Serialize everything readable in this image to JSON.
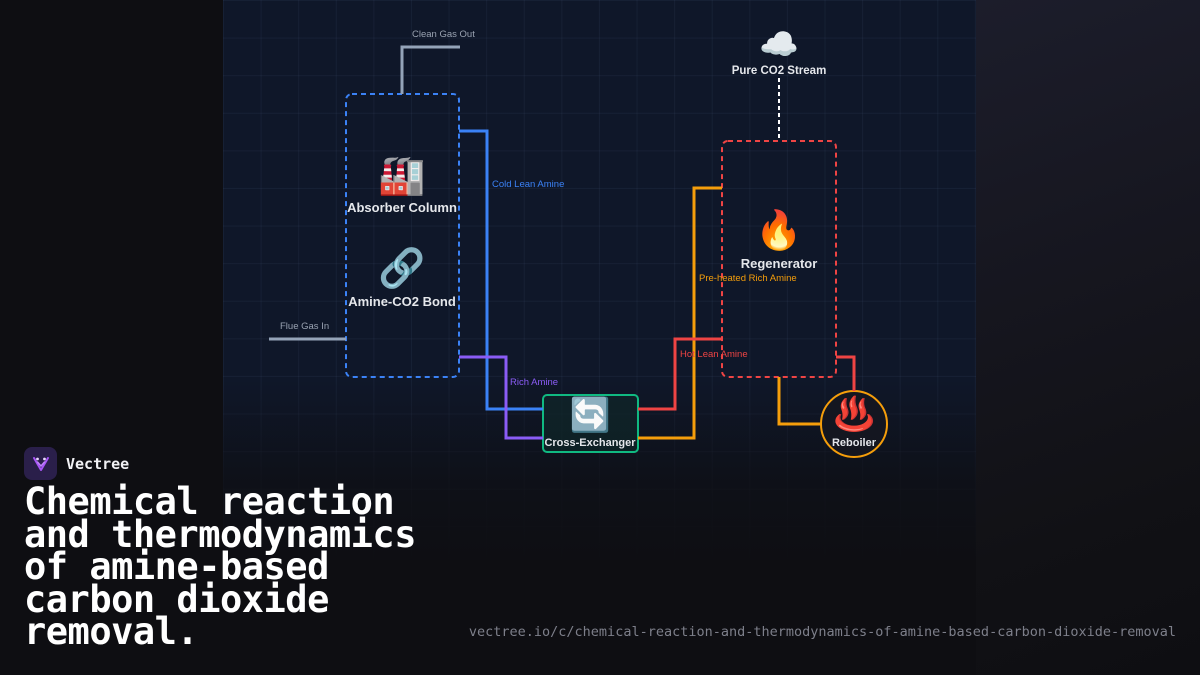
{
  "diagram": {
    "nodes": {
      "absorber": {
        "icon": "🏭",
        "icon_name": "factory-icon",
        "label": "Absorber Column",
        "border_color": "#3b82f6"
      },
      "bond": {
        "icon": "🔗",
        "icon_name": "link-icon",
        "label": "Amine-CO2 Bond"
      },
      "regenerator": {
        "icon": "🔥",
        "icon_name": "fire-icon",
        "label": "Regenerator",
        "border_color": "#ef4444"
      },
      "co2_stream": {
        "icon": "☁️",
        "icon_name": "cloud-icon",
        "label": "Pure CO2 Stream"
      },
      "exchanger": {
        "icon": "🔄",
        "icon_name": "cycle-arrows-icon",
        "label": "Cross-Exchanger",
        "border_color": "#10b981"
      },
      "reboiler": {
        "icon": "♨️",
        "icon_name": "hot-springs-icon",
        "label": "Reboiler",
        "border_color": "#f59e0b"
      }
    },
    "flows": {
      "clean_gas_out": {
        "label": "Clean Gas Out",
        "color": "#94a3b8"
      },
      "flue_gas_in": {
        "label": "Flue Gas In",
        "color": "#94a3b8"
      },
      "cold_lean_amine": {
        "label": "Cold Lean Amine",
        "color": "#3b82f6"
      },
      "rich_amine": {
        "label": "Rich Amine",
        "color": "#8b5cf6"
      },
      "preheated_rich_amine": {
        "label": "Pre-heated Rich Amine",
        "color": "#f59e0b"
      },
      "hot_lean_amine": {
        "label": "Hot Lean Amine",
        "color": "#ef4444"
      }
    }
  },
  "brand": {
    "name": "Vectree"
  },
  "headline": "Chemical reaction and thermodynamics of amine-based carbon dioxide removal.",
  "url": "vectree.io/c/chemical-reaction-and-thermodynamics-of-amine-based-carbon-dioxide-removal"
}
